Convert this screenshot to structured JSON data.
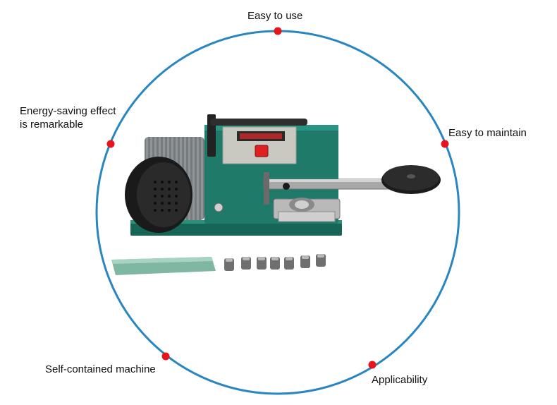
{
  "diagram": {
    "ring_color": "#2a86c0",
    "node_color": "#e8141b",
    "labels": {
      "top": "Easy to use",
      "left_line1": "Energy-saving effect",
      "left_line2": "is remarkable",
      "right": "Easy to maintain",
      "bottom_left": "Self-contained machine",
      "bottom_right": "Applicability"
    }
  },
  "machine": {
    "body_color": "#1f7a6a",
    "panel_color": "#c9c9c2",
    "display_color": "#c62828",
    "switch_color": "#e02020"
  }
}
